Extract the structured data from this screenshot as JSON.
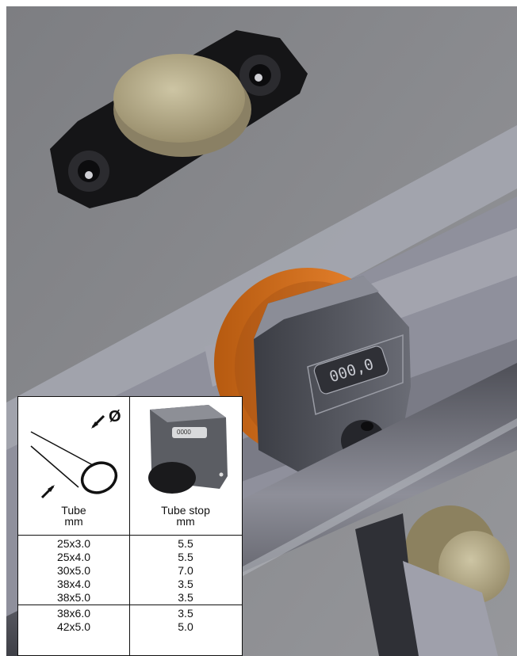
{
  "counter_display": "000,0",
  "table": {
    "headers": [
      {
        "line1": "Tube",
        "line2": "mm"
      },
      {
        "line1": "Tube stop",
        "line2": "mm"
      }
    ],
    "diameter_symbol": "Ø",
    "stop_icon_label": "0000",
    "rows": [
      {
        "tube": "25x3.0",
        "stop": "5.5"
      },
      {
        "tube": "25x4.0",
        "stop": "5.5"
      },
      {
        "tube": "30x5.0",
        "stop": "7.0"
      },
      {
        "tube": "38x4.0",
        "stop": "3.5"
      },
      {
        "tube": "38x5.0",
        "stop": "3.5"
      },
      {
        "tube": "38x6.0",
        "stop": "3.5"
      },
      {
        "tube": "42x5.0",
        "stop": "5.0"
      }
    ]
  },
  "colors": {
    "plate": "#8c8d91",
    "rail": "#6e6f7a",
    "stop_body": "#55575e",
    "orange_disc": "#d4731d",
    "knob": "#b8ae8c"
  }
}
